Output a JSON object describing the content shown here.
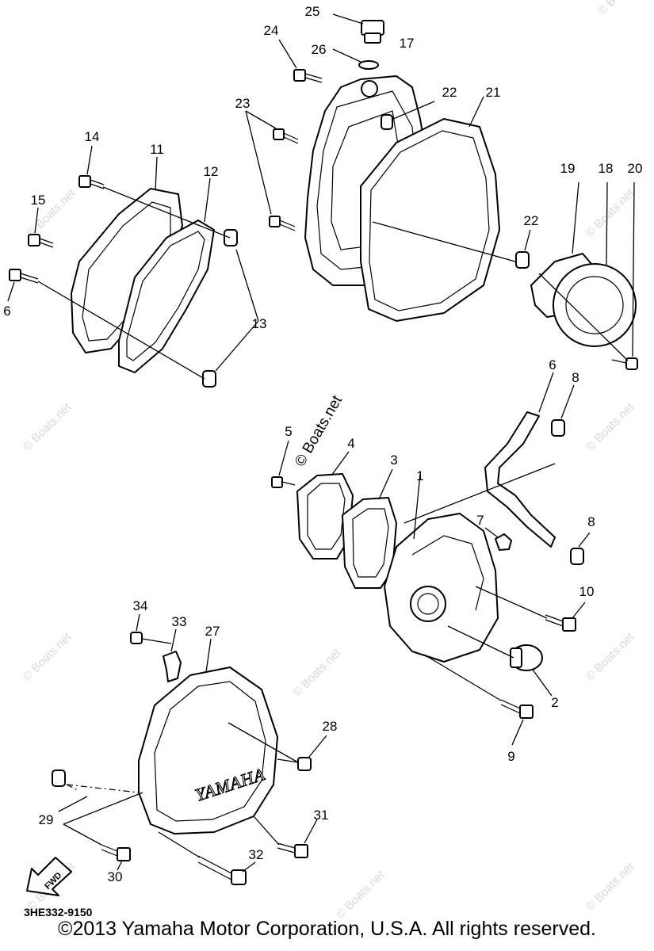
{
  "diagram_code": "3HE332-9150",
  "copyright": "©2013 Yamaha Motor Corporation, U.S.A. All rights reserved.",
  "watermark": "© Boats.net",
  "brand_mark": "YAMAHA",
  "fwd_label": "FWD",
  "callouts": {
    "c1": "1",
    "c2": "2",
    "c3": "3",
    "c4": "4",
    "c5": "5",
    "c6a": "6",
    "c6b": "6",
    "c7": "7",
    "c8a": "8",
    "c8b": "8",
    "c9": "9",
    "c10": "10",
    "c11": "11",
    "c12": "12",
    "c13": "13",
    "c14": "14",
    "c15": "15",
    "c17": "17",
    "c18": "18",
    "c19": "19",
    "c20": "20",
    "c21": "21",
    "c22a": "22",
    "c22b": "22",
    "c23": "23",
    "c24": "24",
    "c25": "25",
    "c26": "26",
    "c27": "27",
    "c28": "28",
    "c29": "29",
    "c30": "30",
    "c31": "31",
    "c32": "32",
    "c33": "33",
    "c34": "34"
  }
}
